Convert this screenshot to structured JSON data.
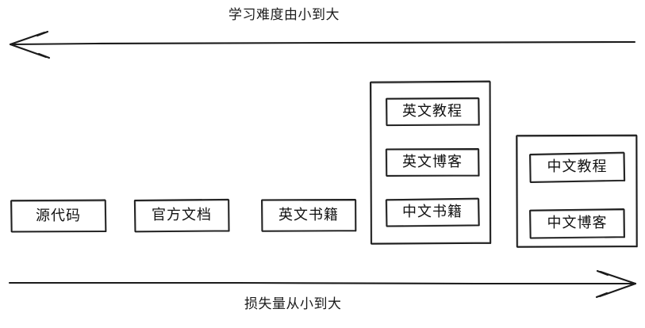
{
  "diagram": {
    "background_color": "#ffffff",
    "stroke_color": "#1b1b1b",
    "style": "hand-drawn"
  },
  "axes": {
    "top": {
      "label": "学习难度由小到大",
      "direction": "left",
      "arrow_name": "difficulty-axis-arrow"
    },
    "bottom": {
      "label": "损失量从小到大",
      "direction": "right",
      "arrow_name": "loss-axis-arrow"
    }
  },
  "nodes": [
    {
      "label": "源代码"
    },
    {
      "label": "官方文档"
    },
    {
      "label": "英文书籍"
    }
  ],
  "groups": [
    {
      "name": "group-english-media",
      "items": [
        {
          "label": "英文教程"
        },
        {
          "label": "英文博客"
        },
        {
          "label": "中文书籍"
        }
      ]
    },
    {
      "name": "group-chinese-media",
      "items": [
        {
          "label": "中文教程"
        },
        {
          "label": "中文博客"
        }
      ]
    }
  ]
}
